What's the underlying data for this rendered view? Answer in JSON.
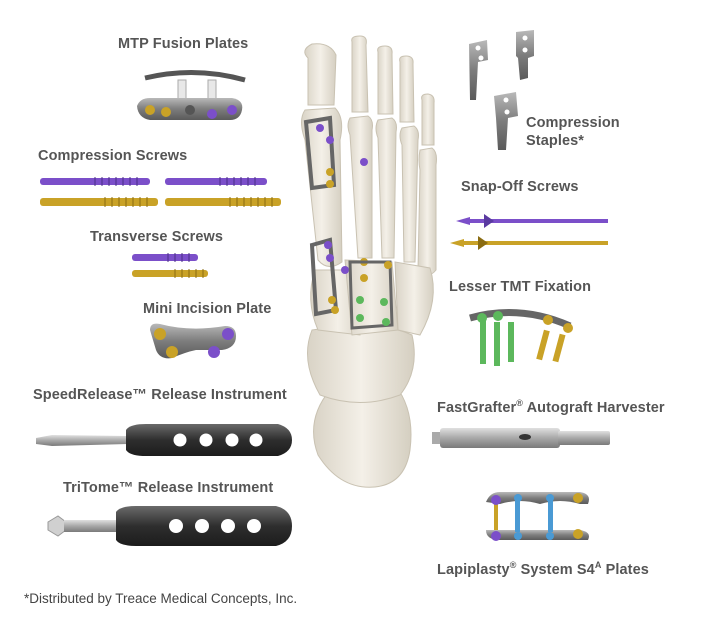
{
  "labels": {
    "mtp_fusion_plates": "MTP Fusion Plates",
    "compression_screws": "Compression Screws",
    "transverse_screws": "Transverse Screws",
    "mini_incision_plate": "Mini Incision Plate",
    "speedrelease": "SpeedRelease™ Release Instrument",
    "tritome": "TriTome™ Release Instrument",
    "compression_staples": "Compression Staples*",
    "compression_staples_line1": "Compression",
    "compression_staples_line2": "Staples*",
    "snap_off_screws": "Snap-Off Screws",
    "lesser_tmt_fixation": "Lesser TMT Fixation",
    "fastgrafter_name": "FastGrafter",
    "fastgrafter_mark": "®",
    "fastgrafter_rest": " Autograft Harvester",
    "lapiplasty_name": "Lapiplasty",
    "lapiplasty_mark": "®",
    "lapiplasty_mid": " System S4",
    "lapiplasty_sup": "A",
    "lapiplasty_rest": " Plates"
  },
  "footnote": "*Distributed by Treace Medical Concepts, Inc.",
  "colors": {
    "label_text": "#555555",
    "purple": "#7b4fc9",
    "gold": "#c9a227",
    "green": "#5cb85c",
    "blue": "#4a9ad4",
    "gray_metal": "#8a8a8a",
    "handle": "#3a3a3a",
    "bone": "#ece7dc"
  }
}
